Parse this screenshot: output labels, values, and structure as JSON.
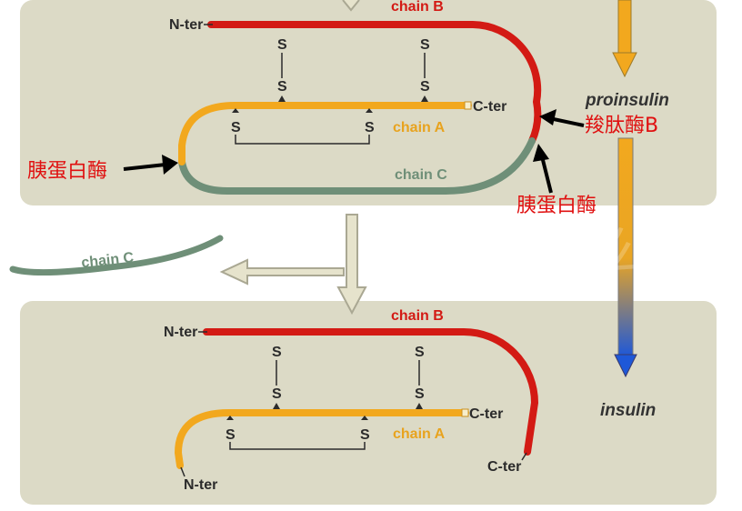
{
  "colors": {
    "panel": "#dcdac6",
    "chain_b": "#d31a14",
    "chain_a": "#f2a81e",
    "chain_c": "#6f8f78",
    "arrow_fill": "#e6e3cc",
    "arrow_stroke": "#aaa893",
    "enzyme_text": "#e01010",
    "progress_top": "#f2a81e",
    "progress_bottom": "#1e58d8"
  },
  "top_panel": {
    "chain_b_label": "chain B",
    "chain_a_label": "chain A",
    "chain_c_label": "chain C",
    "n_ter_label": "N-ter",
    "c_ter_label": "C-ter",
    "sulfur_label": "S"
  },
  "bottom_panel": {
    "chain_b_label": "chain B",
    "chain_a_label": "chain A",
    "n_ter_b_label": "N-ter",
    "c_ter_a_label": "C-ter",
    "c_ter_b_label": "C-ter",
    "n_ter_a_label": "N-ter",
    "sulfur_label": "S"
  },
  "released_peptide": {
    "label": "chain C"
  },
  "stages": {
    "proinsulin": "proinsulin",
    "insulin": "insulin"
  },
  "enzymes": {
    "trypsin_left": "胰蛋白酶",
    "trypsin_bottom": "胰蛋白酶",
    "carboxypeptidase": "羧肽酶B"
  },
  "watermark": {
    "text": "上海雅吉生物技术有限公司"
  }
}
